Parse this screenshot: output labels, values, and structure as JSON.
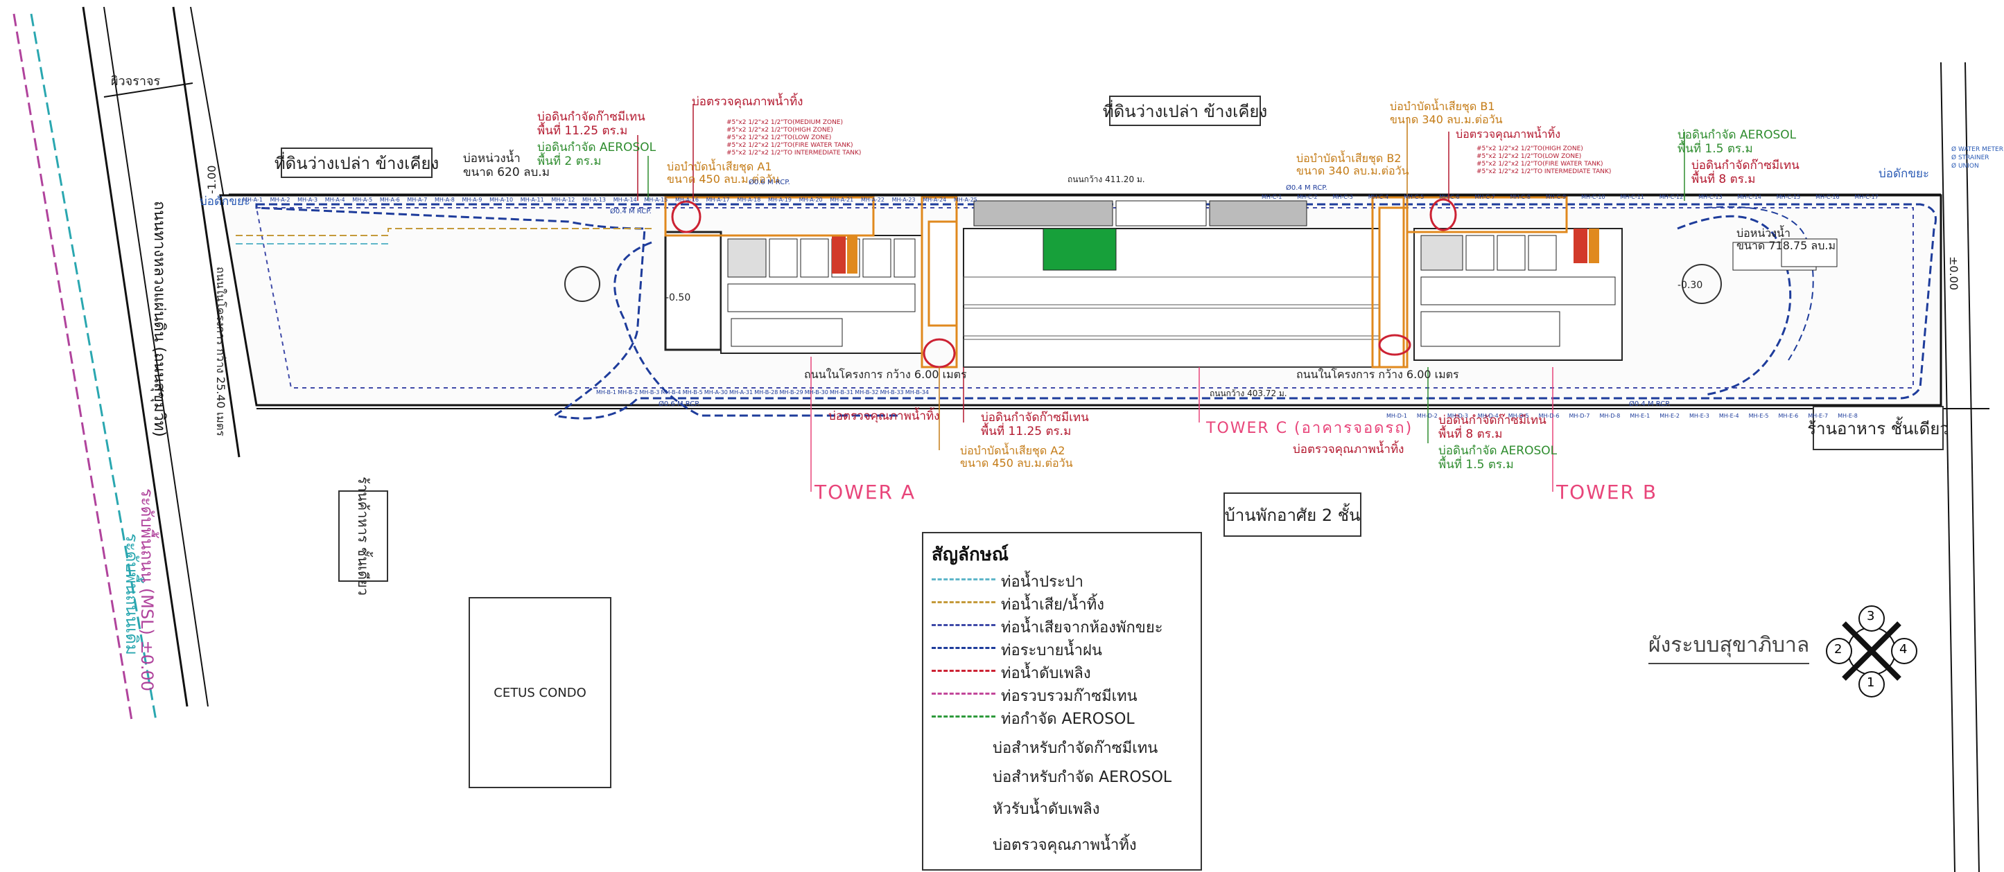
{
  "colors": {
    "water_supply": "#5fb6c9",
    "wastewater": "#c49a3a",
    "garbage_waste": "#3f4aa8",
    "storm_drain": "#1e3c9b",
    "fire_water": "#cc2233",
    "methane_collect": "#c2479a",
    "aerosol": "#2e9a3c",
    "tower_label": "#e8457a",
    "boundary": "#111111",
    "road_blue_dash": "#2aa7b0",
    "road_purple_dash": "#b0439c",
    "green_room": "#17a03a",
    "red_room": "#d23a2a",
    "orange_frame": "#e0891e",
    "label_orange": "#c47b16",
    "label_red": "#b3192f",
    "label_green": "#2e8c2e",
    "label_blue": "#2b5bb5"
  },
  "surroundings": {
    "vacant_left": "ที่ดินว่างเปล่า ข้างเคียง",
    "vacant_top": "ที่ดินว่างเปล่า ข้างเคียง",
    "restaurant_right": "ร้านอาหาร ชั้นเดียว",
    "house_bottom": "บ้านพักอาศัย 2 ชั้น",
    "shophouse_left": "ร้านค้าหาร ชั้นเดียว",
    "cetus": "CETUS CONDO",
    "footpath": "ผิวจราจร",
    "road_left_a": "ถนนทางหลวงแผ่นดิน (ถนนสุขุมวิท)",
    "road_left_b": "ระดับพื้นถนน (MSL) ±0.00",
    "road_left_c": "ระดับพื้นถนนเดิม",
    "lane_note": "ถนนในโครงการ กว้าง 6.00 เมตร",
    "road_width_note": "ถนนในโครงการ กว้าง 25.40 เมตร"
  },
  "towers": {
    "a": "TOWER A",
    "b": "TOWER B",
    "c": "TOWER C (อาคารจอดรถ)"
  },
  "callouts": {
    "inspect_top_a": "บ่อตรวจคุณภาพน้ำทิ้ง",
    "methane_a_title": "บ่อดินกำจัดก๊าซมีเทน",
    "methane_a_area": "พื้นที่ 11.25 ตร.ม",
    "aerosol_a_title": "บ่อดินกำจัด AEROSOL",
    "aerosol_a_area": "พื้นที่ 2 ตร.ม",
    "retention_left_title": "บ่อหน่วงน้ำ",
    "retention_left_size": "ขนาด 620 ลบ.ม",
    "treat_a1_title": "บ่อบำบัดน้ำเสียชุด A1",
    "treat_a1_size": "ขนาด 450 ลบ.ม.ต่อวัน",
    "zones_a": [
      "#5\"x2 1/2\"x2 1/2\"TO(MEDIUM ZONE)",
      "#5\"x2 1/2\"x2 1/2\"TO(HIGH ZONE)",
      "#5\"x2 1/2\"x2 1/2\"TO(LOW ZONE)",
      "#5\"x2 1/2\"x2 1/2\"TO(FIRE WATER TANK)",
      "#5\"x2 1/2\"x2 1/2\"TO INTERMEDIATE TANK)"
    ],
    "treat_b1_title": "บ่อบำบัดน้ำเสียชุด B1",
    "treat_b1_size": "ขนาด 340 ลบ.ม.ต่อวัน",
    "inspect_top_b": "บ่อตรวจคุณภาพน้ำทิ้ง",
    "zones_b": [
      "#5\"x2 1/2\"x2 1/2\"TO(HIGH ZONE)",
      "#5\"x2 1/2\"x2 1/2\"TO(LOW ZONE)",
      "#5\"x2 1/2\"x2 1/2\"TO(FIRE WATER TANK)",
      "#5\"x2 1/2\"x2 1/2\"TO INTERMEDIATE TANK)"
    ],
    "treat_b2_title": "บ่อบำบัดน้ำเสียชุด B2",
    "treat_b2_size": "ขนาด 340 ลบ.ม.ต่อวัน",
    "aerosol_b_title": "บ่อดินกำจัด AEROSOL",
    "aerosol_b_area": "พื้นที่ 1.5 ตร.ม",
    "methane_b_title": "บ่อดินกำจัดก๊าซมีเทน",
    "methane_b_area": "พื้นที่ 8 ตร.ม",
    "garbage_right": "บ่อดักขยะ",
    "garbage_left": "บ่อดักขยะ",
    "retention_right_title": "บ่อหน่วงน้ำ",
    "retention_right_size": "ขนาด 718.75 ลบ.ม",
    "inspect_bottom_a": "บ่อตรวจคุณภาพน้ำทิ้ง",
    "methane_a2_title": "บ่อดินกำจัดก๊าซมีเทน",
    "methane_a2_area": "พื้นที่ 11.25 ตร.ม",
    "treat_a2_title": "บ่อบำบัดน้ำเสียชุด A2",
    "treat_a2_size": "ขนาด 450 ลบ.ม.ต่อวัน",
    "inspect_bottom_c": "บ่อตรวจคุณภาพน้ำทิ้ง",
    "methane_b2_title": "บ่อดินกำจัดก๊าซมีเทน",
    "methane_b2_area": "พื้นที่ 8 ตร.ม",
    "aerosol_b2_title": "บ่อดินกำจัด AEROSOL",
    "aerosol_b2_area": "พื้นที่ 1.5 ตร.ม",
    "pipe_rcp_04": "Ø0.4 M RCP.",
    "pipe_rcp_06": "Ø0.6 M RCP.",
    "level_minus": "-1.00",
    "level_zero": "±0.00",
    "level_minus_030": "-0.30",
    "level_minus_050": "-0.50",
    "drive_len_top": "ถนนกว้าง 411.20 ม.",
    "drive_len_bottom": "ถนนกว้าง 403.72 ม.",
    "pump_right": [
      "Ø WATER METER",
      "Ø STRAINER",
      "Ø UNION"
    ]
  },
  "manholes_top_left": [
    "MH-A-1",
    "MH-A-2",
    "MH-A-3",
    "MH-A-4",
    "MH-A-5",
    "MH-A-6",
    "MH-A-7",
    "MH-A-8",
    "MH-A-9",
    "MH-A-10",
    "MH-A-11",
    "MH-A-12",
    "MH-A-13",
    "MH-A-14",
    "MH-A-15",
    "MH-A-16",
    "MH-A-17",
    "MH-A-18",
    "MH-A-19",
    "MH-A-20",
    "MH-A-21",
    "MH-A-22",
    "MH-A-23",
    "MH-A-24",
    "MH-A-25"
  ],
  "manholes_top_right": [
    "MH-C-1",
    "MH-C-2",
    "MH-C-3",
    "MH-C-4",
    "MH-C-5",
    "MH-C-6",
    "MH-C-7",
    "MH-C-8",
    "MH-C-9",
    "MH-C-10",
    "MH-C-11",
    "MH-C-12",
    "MH-C-13",
    "MH-C-14",
    "MH-C-15",
    "MH-C-16",
    "MH-C-17"
  ],
  "manholes_bottom_left": [
    "MH-B-1",
    "MH-B-2",
    "MH-B-3",
    "MH-B-4",
    "MH-B-5",
    "MH-A-30",
    "MH-A-31",
    "MH-B-28",
    "MH-B-29",
    "MH-B-30",
    "MH-B-31",
    "MH-B-32",
    "MH-B-33",
    "MH-B-34"
  ],
  "manholes_bottom_right": [
    "MH-D-1",
    "MH-D-2",
    "MH-D-3",
    "MH-D-4",
    "MH-D-5",
    "MH-D-6",
    "MH-D-7",
    "MH-D-8",
    "MH-E-1",
    "MH-E-2",
    "MH-E-3",
    "MH-E-4",
    "MH-E-5",
    "MH-E-6",
    "MH-E-7",
    "MH-E-8"
  ],
  "legend": {
    "title": "สัญลักษณ์",
    "lines": [
      {
        "key": "water_supply",
        "label": "ท่อน้ำประปา"
      },
      {
        "key": "wastewater",
        "label": "ท่อน้ำเสีย/น้ำทิ้ง"
      },
      {
        "key": "garbage_waste",
        "label": "ท่อน้ำเสียจากห้องพักขยะ"
      },
      {
        "key": "storm_drain",
        "label": "ท่อระบายน้ำฝน"
      },
      {
        "key": "fire_water",
        "label": "ท่อน้ำดับเพลิง"
      },
      {
        "key": "methane_collect",
        "label": "ท่อรวบรวมก๊าซมีเทน"
      },
      {
        "key": "aerosol",
        "label": "ท่อกำจัด AEROSOL"
      }
    ],
    "symbols": [
      {
        "key": "methane_pit",
        "label": "บ่อสำหรับกำจัดก๊าซมีเทน"
      },
      {
        "key": "aerosol_pit",
        "label": "บ่อสำหรับกำจัด AEROSOL"
      },
      {
        "key": "fire_inlet",
        "label": "หัวรับน้ำดับเพลิง"
      },
      {
        "key": "inspection_pit",
        "label": "บ่อตรวจคุณภาพน้ำทิ้ง"
      }
    ]
  },
  "drawing_title": "ผังระบบสุขาภิบาล",
  "key_plan_numbers": [
    "1",
    "2",
    "3",
    "4"
  ]
}
